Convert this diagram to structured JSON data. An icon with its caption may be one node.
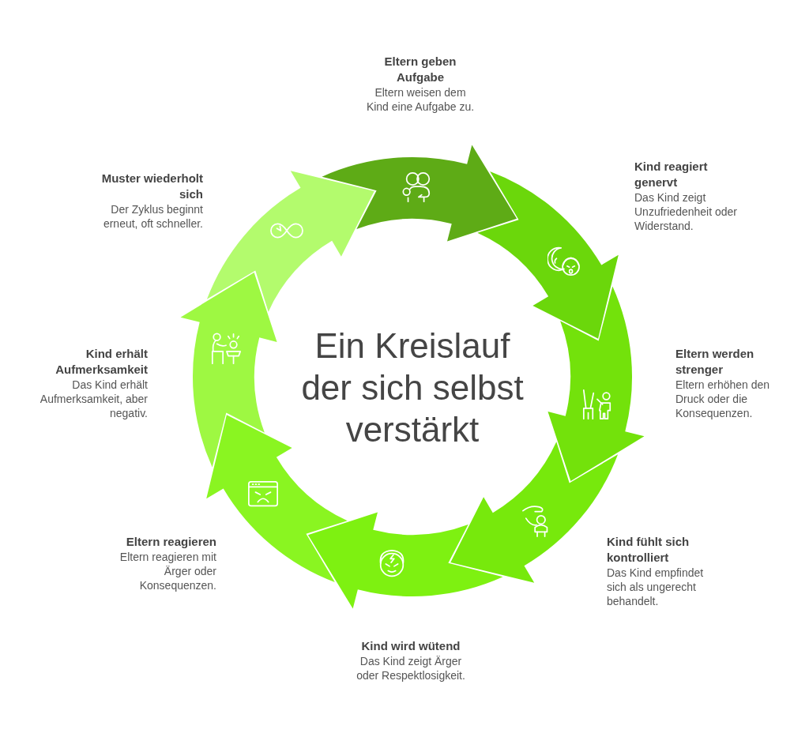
{
  "diagram": {
    "title": "Ein Kreislauf der sich selbst verstärkt",
    "nodes": [
      {
        "text": [],
        "shape": "arrow",
        "beside": [
          "Eltern geben Aufgabe",
          "Eltern weisen dem Kind eine Aufgabe zu."
        ]
      },
      {
        "text": [],
        "shape": "arrow",
        "beside": [
          "Kind reagiert genervt",
          "Das Kind zeigt Unzufriedenheit oder Widerstand."
        ]
      },
      {
        "text": [],
        "shape": "arrow",
        "beside": [
          "Eltern werden strenger",
          "Eltern erhöhen den Druck oder die Konsequenzen."
        ]
      },
      {
        "text": [],
        "shape": "arrow",
        "beside": [
          "Kind fühlt sich kontrolliert",
          "Das Kind empfindet sich als ungerecht behandelt."
        ]
      },
      {
        "text": [],
        "shape": "arrow",
        "beside": [
          "Kind wird wütend",
          "Das Kind zeigt Ärger oder Respektlosigkeit."
        ]
      },
      {
        "text": [],
        "shape": "arrow",
        "beside": [
          "Eltern reagieren",
          "Eltern reagieren mit Ärger oder Konsequenzen."
        ]
      },
      {
        "text": [],
        "shape": "arrow",
        "beside": [
          "Kind erhält Aufmerksamkeit",
          "Das Kind erhält Aufmerksamkeit, aber negativ."
        ]
      },
      {
        "text": [],
        "shape": "arrow",
        "beside": [
          "Muster wiederholt sich",
          "Der Zyklus beginnt erneut, oft schneller."
        ]
      }
    ]
  }
}
